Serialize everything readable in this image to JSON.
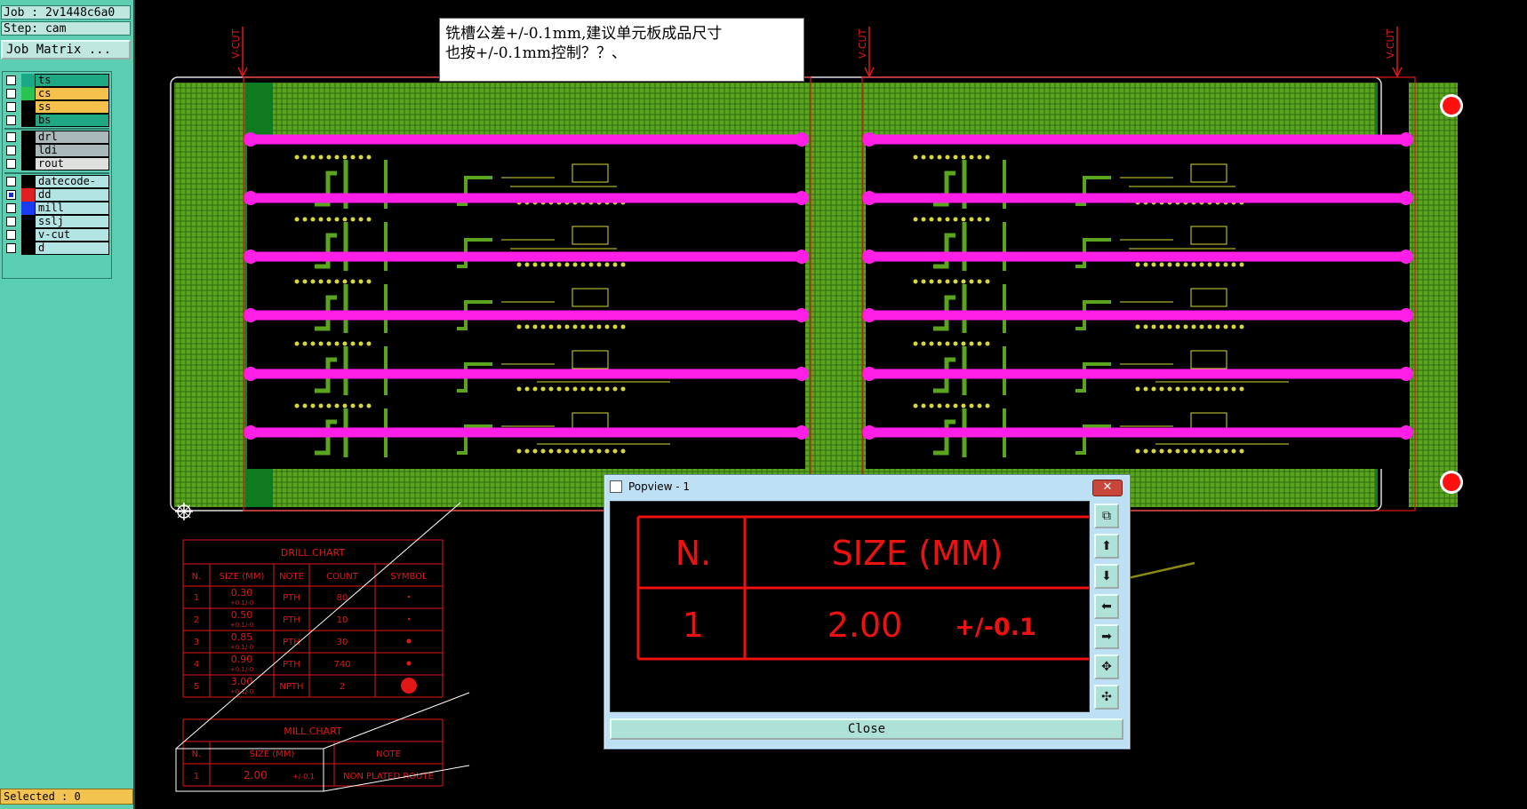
{
  "job": {
    "label": "Job : 2v1448c6a0"
  },
  "step": {
    "label": "Step: cam"
  },
  "job_matrix": {
    "label": "Job Matrix ..."
  },
  "layers": [
    {
      "name": "ts",
      "color": "#1aa886",
      "bg": "#1fa884"
    },
    {
      "name": "cs",
      "color": "#2bc34f",
      "bg": "#f5c14a"
    },
    {
      "name": "ss",
      "color": "#000000",
      "bg": "#f5c14a"
    },
    {
      "name": "bs",
      "color": "#000000",
      "bg": "#1fa884"
    },
    {
      "name": "drl",
      "color": "#000000",
      "bg": "#a9b9bb"
    },
    {
      "name": "ldi",
      "color": "#000000",
      "bg": "#a9b9bb"
    },
    {
      "name": "rout",
      "color": "#000000",
      "bg": "#dfe1df"
    },
    {
      "name": "datecode-ss",
      "color": "#000000",
      "bg": "#b3e4e4"
    },
    {
      "name": "dd",
      "color": "#e02020",
      "bg": "#b3e4e4"
    },
    {
      "name": "mill",
      "color": "#1a3cf0",
      "bg": "#b3e4e4"
    },
    {
      "name": "sslj",
      "color": "#000000",
      "bg": "#b3e4e4"
    },
    {
      "name": "v-cut",
      "color": "#000000",
      "bg": "#b3e4e4"
    },
    {
      "name": "d",
      "color": "#000000",
      "bg": "#b3e4e4"
    }
  ],
  "status": {
    "selected": "Selected : 0"
  },
  "note": {
    "line1": "铣槽公差+/-0.1mm,建议单元板成品尺寸",
    "line2": "也按+/-0.1mm控制？？、"
  },
  "vcut_label": "V-CUT",
  "drill_chart": {
    "title": "DRILL CHART",
    "headers": [
      "N.",
      "SIZE (MM)",
      "NOTE",
      "COUNT",
      "SYMBOL"
    ],
    "rows": [
      {
        "n": "1",
        "size": "0.30",
        "tol": "+0.1/-0",
        "note": "PTH",
        "count": "80"
      },
      {
        "n": "2",
        "size": "0.50",
        "tol": "+0.1/-0",
        "note": "PTH",
        "count": "10"
      },
      {
        "n": "3",
        "size": "0.85",
        "tol": "+0.1/-0",
        "note": "PTH",
        "count": "30"
      },
      {
        "n": "4",
        "size": "0.90",
        "tol": "+0.1/-0",
        "note": "PTH",
        "count": "740"
      },
      {
        "n": "5",
        "size": "3.00",
        "tol": "+0.1/-0",
        "note": "NPTH",
        "count": "2"
      }
    ]
  },
  "mill_chart": {
    "title": "MILL CHART",
    "headers": [
      "N.",
      "SIZE (MM)",
      "NOTE"
    ],
    "row": {
      "n": "1",
      "size": "2.00",
      "tol": "+/-0.1",
      "note": "NON PLATED ROUTE"
    }
  },
  "popview": {
    "title": "Popview - 1",
    "close_x": "✕",
    "header_n": "N.",
    "header_size": "SIZE (MM)",
    "row_n": "1",
    "row_size": "2.00",
    "row_tol": "+/-0.1",
    "close_label": "Close",
    "tools": [
      "zoom-fit-icon",
      "pan-up-icon",
      "pan-down-icon",
      "pan-left-icon",
      "pan-right-icon",
      "zoom-out-icon",
      "zoom-in-icon"
    ]
  },
  "colors": {
    "board": "#0f7a1e",
    "copper": "#5aa41f",
    "pad": "#d7d73a",
    "mill": "#ff1ee6",
    "outline": "#e01818",
    "panel": "#5ccfb3"
  }
}
